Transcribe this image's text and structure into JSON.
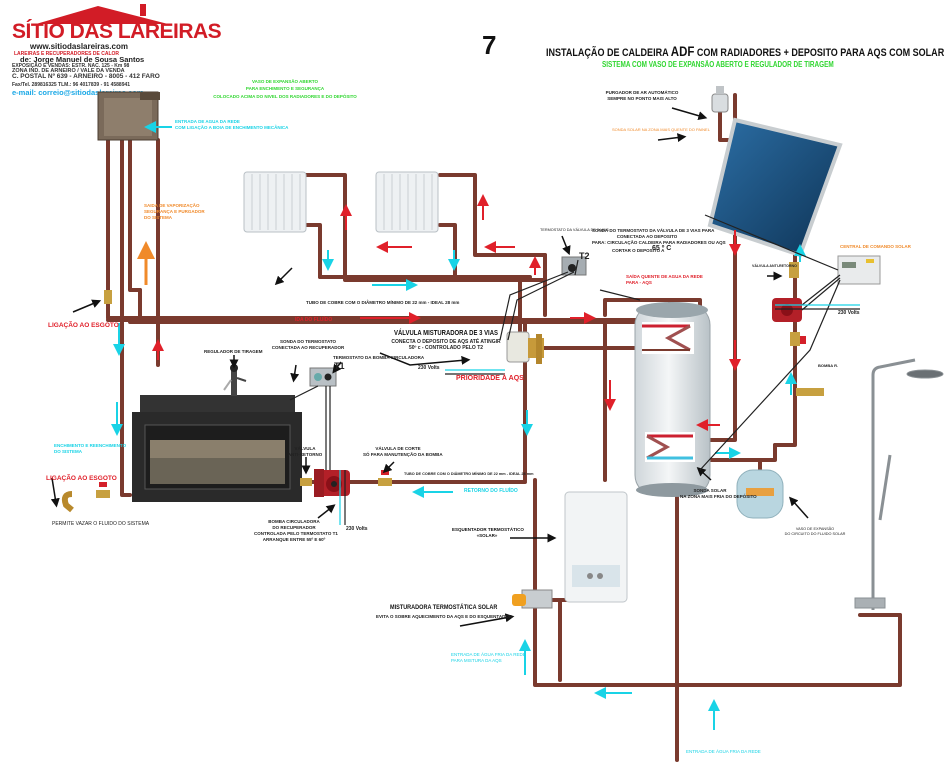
{
  "logo": {
    "name": "SÍTIO DAS LAREIRAS",
    "website": "www.sitiodaslareiras.com",
    "tagline": "LAREIRAS E RECUPERADORES DE CALOR",
    "owner": "de: Jorge Manuel de Sousa Santos",
    "line1": "EXPOSIÇÃO E VENDAS: ESTR. NAC. 125 - Km 98",
    "line2": "ZONA IND. DE ARNEIRO / VALE DA VENDA",
    "postal": "C. POSTAL Nº 639 - ARNEIRO - 8005 - 412 FARO",
    "phones": "Fax/Tel. 289816325 TLM.: 96 4017839 - 91 4588941",
    "email": "e-mail: correio@sitiodaslareiras.com"
  },
  "header": {
    "page_number": "7",
    "title_pre": "INSTALAÇÃO DE CALDEIRA ",
    "title_brand": "ADF",
    "title_post": " COM RADIADORES + DEPOSITO PARA AQS COM SOLAR",
    "subtitle": "SISTEMA COM VASO DE EXPANSÃO ABERTO E REGULADOR DE TIRAGEM"
  },
  "labels": {
    "expansion_vessel": [
      "VASO DE EXPANSÃO ABERTO",
      "PARA ENCHIMENTO E SEGURANÇA",
      "COLOCADO ACIMA DO NIVEL DOS RADIADORES E DO DEPÓSITO"
    ],
    "water_inlet": [
      "ENTRADA DE AGUA DA REDE",
      "COM LIGAÇÃO A BOIA DE ENCHIMENTO MECÂNICA"
    ],
    "vapor_outlet": [
      "SAIDA DE VAPORIZAÇÃO",
      "SEGURANÇA E PURGADOR",
      "DO SISTEMA"
    ],
    "drain_connection_top": "LIGAÇÃO AO ESGOTO",
    "fill_system": [
      "ENCHIMENTO E REENCHIMENTO",
      "DO SISTEMA"
    ],
    "drain_connection_bottom": "LIGAÇÃO AO ESGOTO",
    "drain_note": "PERMITE VAZAR O FLUIDO DO SISTEMA",
    "copper_pipe_top": "TUBO DE COBRE COM O DIÂMETRO MÍNIMO DE 22 mm - IDEAL 28 mm",
    "copper_pipe_bottom": "TUBO DE COBRE COM O DIÂMETRO MÍNIMO DE 22 mm - IDEAL 28 mm",
    "flow_out": "IDA DO FLUÍDO",
    "flow_return": "RETORNO DO FLUÍDO",
    "draft_regulator": "REGULADOR DE TIRAGEM",
    "probe_recuperator": [
      "SONDA DO TERMOSTATO",
      "CONECTADA AO RECUPERADOR"
    ],
    "pump_thermostat": "TERMOSTATO DA BOMBA CIRCULADORA",
    "t1": "T1",
    "t2": "T2",
    "valve_3way_title": "VÁLVULA MISTURADORA DE 3 VIAS",
    "valve_3way_desc": [
      "CONECTA O DEPOSITO DE AQS ATÉ ATINGIR",
      "50º c - CONTROLADO PELO T2"
    ],
    "volts": "230 Volts",
    "priority_aqs": "PRIORIDADE À AQS",
    "valve_3way_thermostat": "TERMOSTATO DA VÁLVULA DE 3 VIAS",
    "t2_probe": [
      "SONDA DO TERMOSTATO DA VÁLVULA DE 3 VIAS PARA",
      "CONECTADA AO DEPOSITO",
      "PARA: CIRCULAÇÃO CALDEIRA PARA RADIADORES OU AQS",
      "CORTAR O DEPOSITO A"
    ],
    "t2_temp": "65 º C",
    "hot_water_out": [
      "SAÍDA QUENTE DE AGUA DA REDE",
      "PARA - AQS"
    ],
    "check_valve": [
      "VÁLVULA",
      "ANTI-RETORNO"
    ],
    "shutoff_valve": [
      "VÁLVULA DE CORTE",
      "SÓ PARA MANUTENÇÃO DA BOMBA"
    ],
    "circulator_pump": [
      "BOMBA CIRCULADORA",
      "DO RECUPERADOR",
      "CONTROLADA PELO TERMOSTATO T1",
      "ARRANQUE ENTRE 55º E 60º"
    ],
    "air_purger": [
      "PURGADOR DE AR AUTOMÁTICO",
      "SEMPRE NO PONTO MAIS ALTO"
    ],
    "solar_panel_probe": "SONDA SOLAR NA ZONA MAIS QUENTE DO PAINEL",
    "solar_controller": "CENTRAL DE COMANDO SOLAR",
    "solar_check_valve": "VÁLVULA ANTI-RETORNO",
    "solar_pump": "BOMBA R.",
    "tank_probe": [
      "SONDA SOLAR",
      "NA ZONA MAIS FRIA DO DEPÓSITO"
    ],
    "solar_expansion": [
      "VASO DE EXPANSÃO",
      "DO CIRCUITO DO FLUIDO SOLAR"
    ],
    "water_heater": [
      "ESQUENTADOR TERMOSTÁTICO",
      "«SOLAR»"
    ],
    "thermo_mixer_title": "MISTURADORA TERMOSTÁTICA SOLAR",
    "thermo_mixer_desc": "EVITA O SOBRE AQUECIMENTO DA AQS E DO ESQUENTADOR",
    "cold_mix": [
      "ENTRADA DE ÁGUA FRIA DA REDE",
      "PARA MISTURA DA AQS"
    ],
    "cold_inlet": "ENTRADA DE ÁGUA FRIA DA REDE"
  },
  "colors": {
    "pipe": "#7a3a2e",
    "hot_arrow": "#e0202a",
    "cold_arrow": "#19d3e6",
    "accent_orange": "#f08a2a",
    "accent_green": "#2fd62f",
    "brand_red": "#d21c26"
  }
}
